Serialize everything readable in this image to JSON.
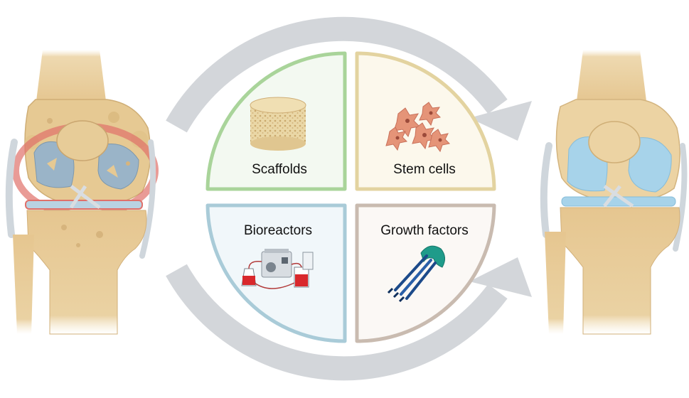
{
  "quadrants": [
    {
      "id": "scaffolds",
      "label": "Scaffolds",
      "border": "#a9d49a",
      "fill": "#f3f9f1",
      "icon": "scaffold-icon"
    },
    {
      "id": "stem-cells",
      "label": "Stem cells",
      "border": "#e3d3a0",
      "fill": "#fcf8ec",
      "icon": "stem-cells-icon"
    },
    {
      "id": "bioreactors",
      "label": "Bioreactors",
      "border": "#a9cbd8",
      "fill": "#f1f7fa",
      "icon": "bioreactor-icon"
    },
    {
      "id": "growth-factors",
      "label": "Growth factors",
      "border": "#c9bbb0",
      "fill": "#fbf8f5",
      "icon": "growth-factors-icon"
    }
  ],
  "colors": {
    "arrow": "#d3d6da",
    "bone": "#e8cc9a",
    "bone_dark": "#c9a56f",
    "cartilage_healthy": "#a7d3ea",
    "inflammation": "#e0706a",
    "ligament": "#cfd6dc"
  },
  "icons": {
    "left_knee": "osteoarthritic-knee-icon",
    "right_knee": "healthy-knee-icon",
    "arrows": "cycle-arrow-icon"
  }
}
